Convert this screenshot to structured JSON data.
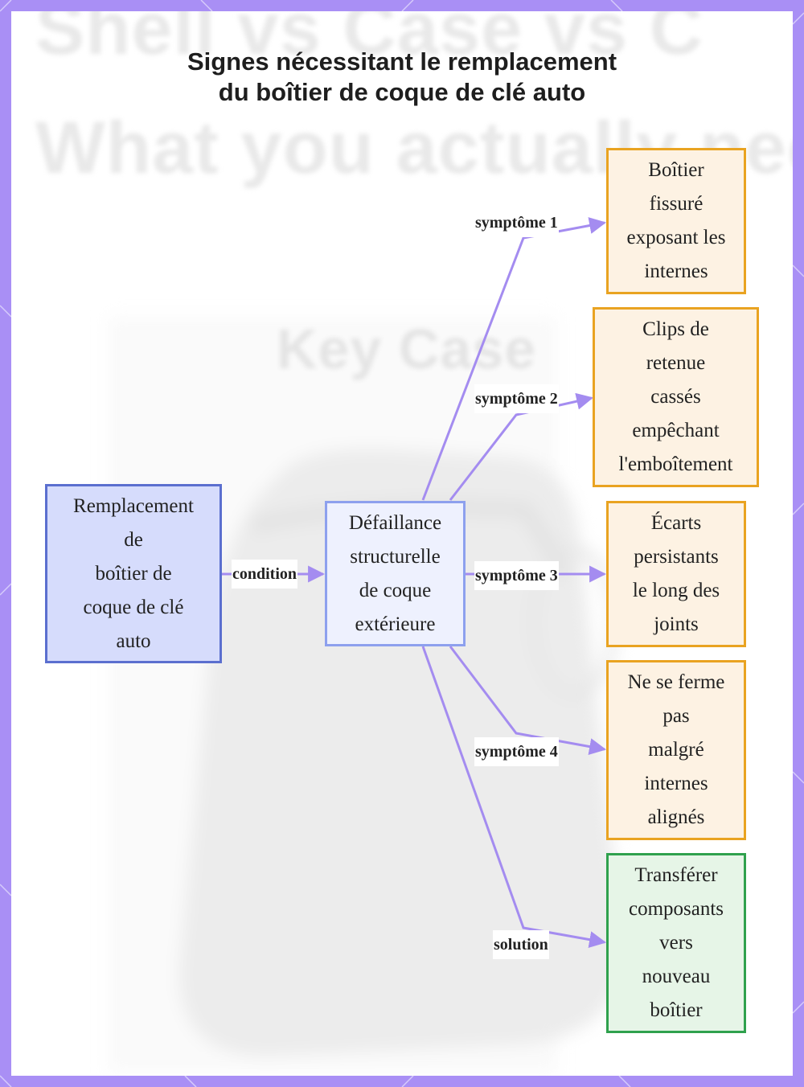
{
  "title": {
    "line1": "Signes nécessitant le remplacement",
    "line2": "du boîtier de coque de clé auto"
  },
  "background": {
    "text1": "Shell vs Case vs C",
    "text2": "What you actually need",
    "text3": "Key Case"
  },
  "colors": {
    "frame": "#a98ff5",
    "edge": "#a48cf0",
    "root_fill": "#d6dcfc",
    "root_border": "#5b6fcf",
    "mid_fill": "#eef1fe",
    "mid_border": "#8da0ee",
    "symptom_fill": "#fdf2e3",
    "symptom_border": "#e9a321",
    "solution_fill": "#e6f5e7",
    "solution_border": "#2fa14d"
  },
  "nodes": {
    "root": [
      "Remplacement",
      "de",
      "boîtier de",
      "coque de clé",
      "auto"
    ],
    "failure": [
      "Défaillance",
      "structurelle",
      "de coque",
      "extérieure"
    ],
    "symptom1": [
      "Boîtier",
      "fissuré",
      "exposant les",
      "internes"
    ],
    "symptom2": [
      "Clips de",
      "retenue",
      "cassés",
      "empêchant",
      "l'emboîtement"
    ],
    "symptom3": [
      "Écarts",
      "persistants",
      "le long des",
      "joints"
    ],
    "symptom4": [
      "Ne se ferme",
      "pas",
      "malgré",
      "internes",
      "alignés"
    ],
    "solution": [
      "Transférer",
      "composants",
      "vers",
      "nouveau",
      "boîtier"
    ]
  },
  "edge_labels": {
    "condition": "condition",
    "symptom1": "symptôme 1",
    "symptom2": "symptôme 2",
    "symptom3": "symptôme 3",
    "symptom4": "symptôme 4",
    "solution": "solution"
  }
}
